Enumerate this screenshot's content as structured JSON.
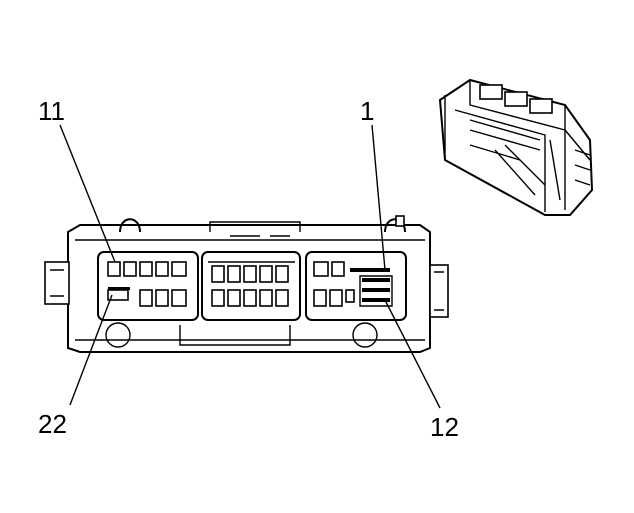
{
  "callouts": {
    "pin_11": "11",
    "pin_1": "1",
    "pin_22": "22",
    "pin_12": "12"
  },
  "colors": {
    "line": "#000000",
    "background": "#ffffff"
  }
}
